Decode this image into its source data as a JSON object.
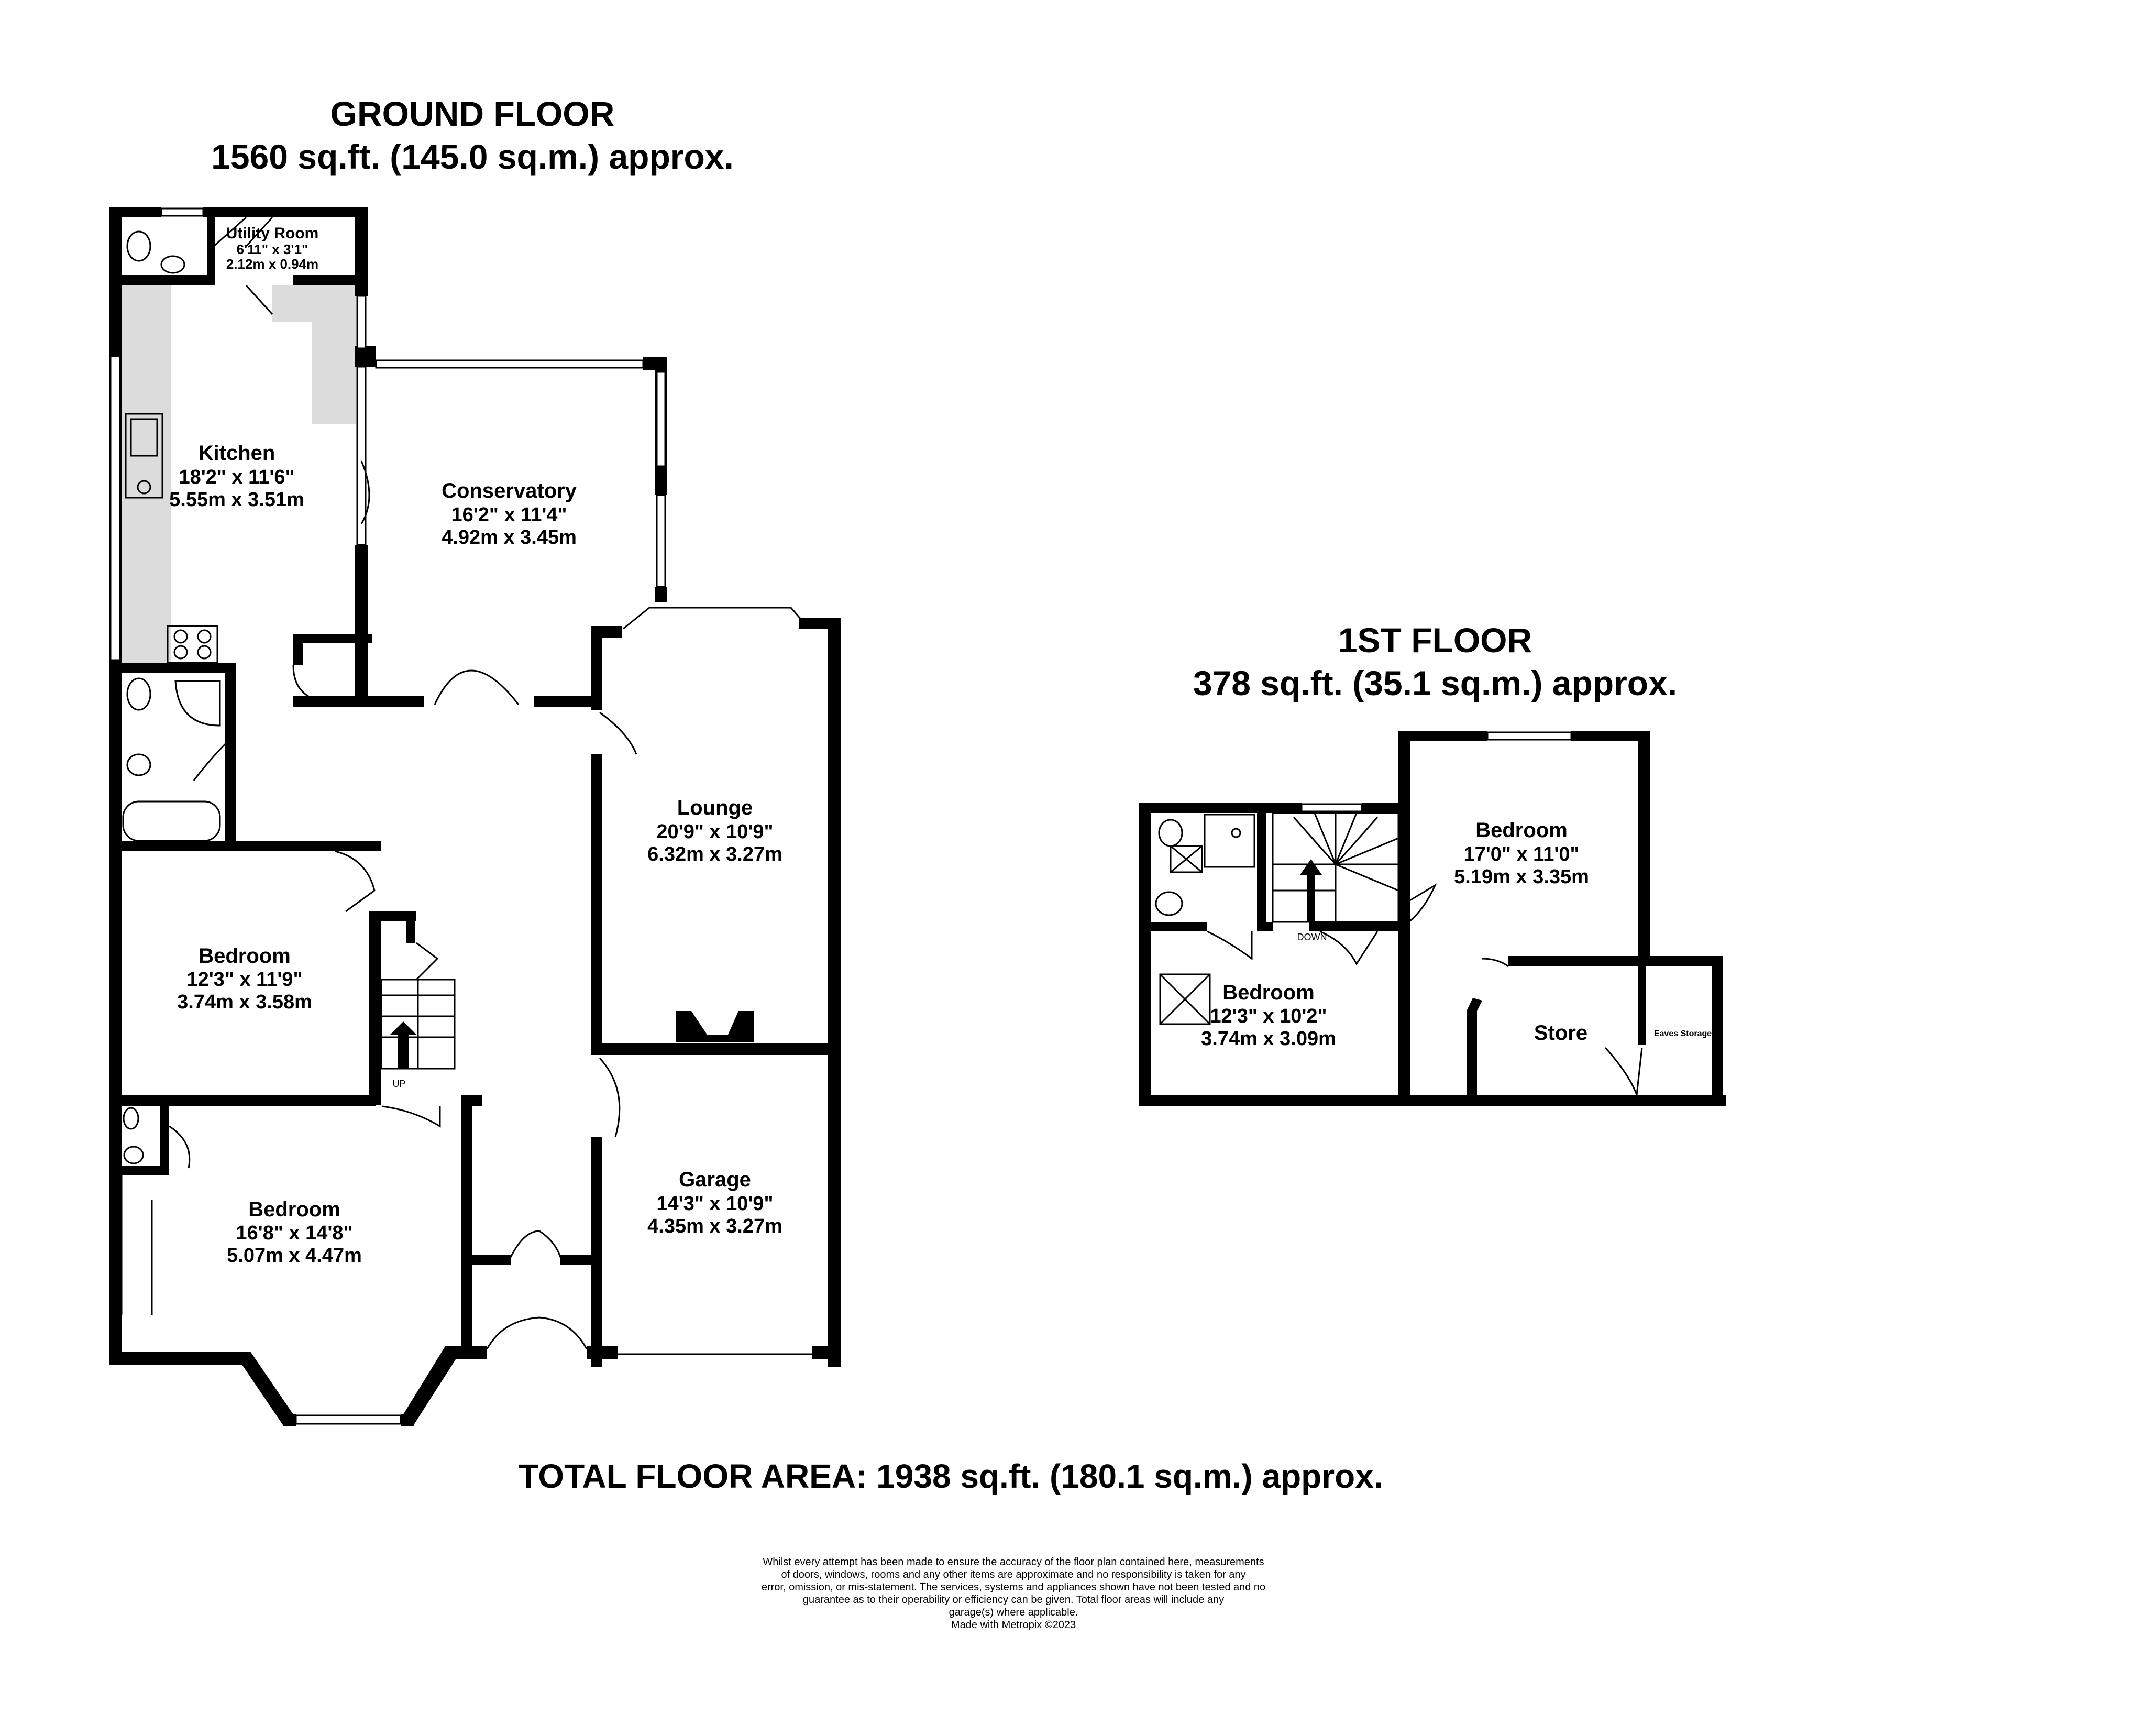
{
  "ground_floor": {
    "title": "GROUND FLOOR",
    "area": "1560 sq.ft. (145.0 sq.m.) approx.",
    "stairs_label": "UP",
    "rooms": [
      {
        "name": "Utility Room",
        "imperial": "6'11\"  x 3'1\"",
        "metric": "2.12m  x 0.94m"
      },
      {
        "name": "Kitchen",
        "imperial": "18'2\"  x 11'6\"",
        "metric": "5.55m  x 3.51m"
      },
      {
        "name": "Conservatory",
        "imperial": "16'2\"  x 11'4\"",
        "metric": "4.92m  x 3.45m"
      },
      {
        "name": "Lounge",
        "imperial": "20'9\"  x 10'9\"",
        "metric": "6.32m  x 3.27m"
      },
      {
        "name": "Bedroom",
        "imperial": "12'3\"  x 11'9\"",
        "metric": "3.74m  x 3.58m"
      },
      {
        "name": "Garage",
        "imperial": "14'3\"  x 10'9\"",
        "metric": "4.35m  x 3.27m"
      },
      {
        "name": "Bedroom",
        "imperial": "16'8\"  x 14'8\"",
        "metric": "5.07m  x 4.47m"
      }
    ]
  },
  "first_floor": {
    "title": "1ST FLOOR",
    "area": "378 sq.ft. (35.1 sq.m.) approx.",
    "stairs_label": "DOWN",
    "rooms": [
      {
        "name": "Bedroom",
        "imperial": "17'0\"  x 11'0\"",
        "metric": "5.19m  x 3.35m"
      },
      {
        "name": "Bedroom",
        "imperial": "12'3\"  x 10'2\"",
        "metric": "3.74m  x 3.09m"
      },
      {
        "name": "Store",
        "imperial": "",
        "metric": ""
      },
      {
        "name": "Eaves Storage",
        "imperial": "",
        "metric": ""
      }
    ]
  },
  "total": "TOTAL FLOOR AREA: 1938 sq.ft. (180.1 sq.m.) approx.",
  "disclaimer": [
    "Whilst every attempt has been made to ensure the accuracy of the floor plan contained here, measurements",
    "of doors, windows, rooms and any other items are approximate and no responsibility is taken for any",
    "error, omission, or mis-statement. The services, systems and appliances shown have not been tested and no",
    "guarantee as to their operability or efficiency can be given. Total floor areas will include any",
    "garage(s) where applicable.",
    "Made with Metropix ©2023"
  ]
}
